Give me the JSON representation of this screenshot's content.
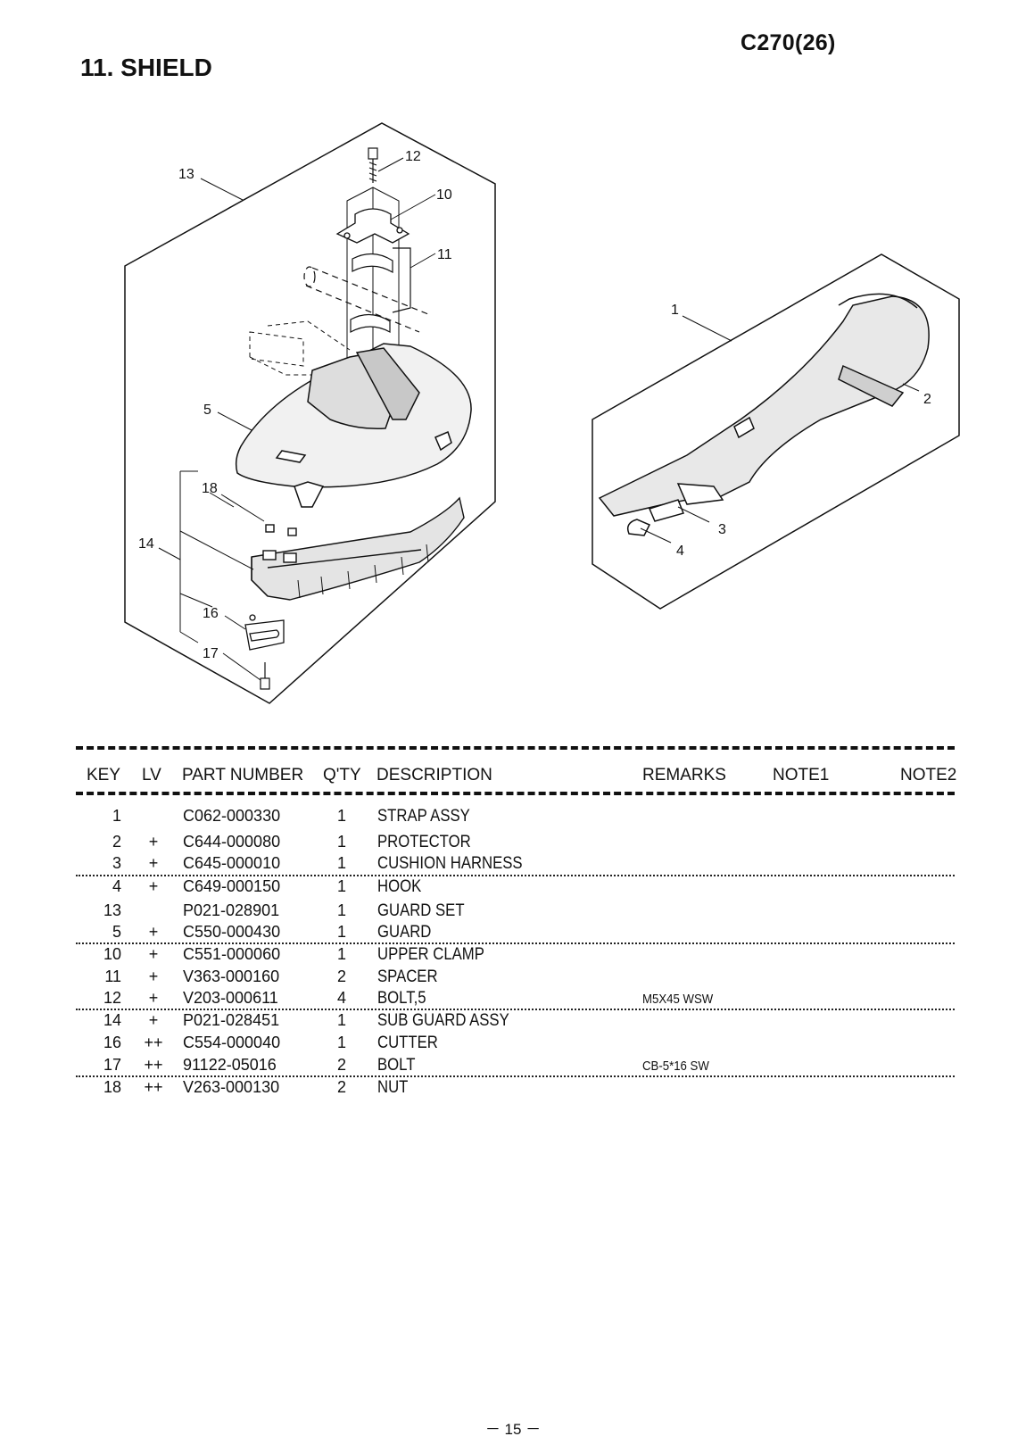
{
  "header": {
    "model_code": "C270(26)",
    "section_title": "11. SHIELD"
  },
  "diagram": {
    "callouts": {
      "c13": "13",
      "c12": "12",
      "c10": "10",
      "c11": "11",
      "c5": "5",
      "c18": "18",
      "c14": "14",
      "c16": "16",
      "c17": "17",
      "c1": "1",
      "c2": "2",
      "c3": "3",
      "c4": "4"
    }
  },
  "table": {
    "headers": {
      "key": "KEY",
      "lv": "LV",
      "part_number": "PART NUMBER",
      "qty": "Q'TY",
      "description": "DESCRIPTION",
      "remarks": "REMARKS",
      "note1": "NOTE1",
      "note2": "NOTE2"
    },
    "rows": [
      {
        "key": "1",
        "lv": "",
        "part_number": "C062-000330",
        "qty": "1",
        "description": "STRAP ASSY",
        "remarks": ""
      },
      {
        "key": "2",
        "lv": "+",
        "part_number": "C644-000080",
        "qty": "1",
        "description": "PROTECTOR",
        "remarks": ""
      },
      {
        "key": "3",
        "lv": "+",
        "part_number": "C645-000010",
        "qty": "1",
        "description": "CUSHION HARNESS",
        "remarks": ""
      },
      {
        "key": "4",
        "lv": "+",
        "part_number": "C649-000150",
        "qty": "1",
        "description": "HOOK",
        "remarks": ""
      },
      {
        "key": "13",
        "lv": "",
        "part_number": "P021-028901",
        "qty": "1",
        "description": "GUARD SET",
        "remarks": ""
      },
      {
        "key": "5",
        "lv": "+",
        "part_number": "C550-000430",
        "qty": "1",
        "description": "GUARD",
        "remarks": ""
      },
      {
        "key": "10",
        "lv": "+",
        "part_number": "C551-000060",
        "qty": "1",
        "description": "UPPER CLAMP",
        "remarks": ""
      },
      {
        "key": "11",
        "lv": "+",
        "part_number": "V363-000160",
        "qty": "2",
        "description": "SPACER",
        "remarks": ""
      },
      {
        "key": "12",
        "lv": "+",
        "part_number": "V203-000611",
        "qty": "4",
        "description": "BOLT,5",
        "remarks": "M5X45 WSW"
      },
      {
        "key": "14",
        "lv": "+",
        "part_number": "P021-028451",
        "qty": "1",
        "description": "SUB GUARD ASSY",
        "remarks": ""
      },
      {
        "key": "16",
        "lv": "++",
        "part_number": "C554-000040",
        "qty": "1",
        "description": "CUTTER",
        "remarks": ""
      },
      {
        "key": "17",
        "lv": "++",
        "part_number": "91122-05016",
        "qty": "2",
        "description": "BOLT",
        "remarks": "CB-5*16 SW"
      },
      {
        "key": "18",
        "lv": "++",
        "part_number": "V263-000130",
        "qty": "2",
        "description": "NUT",
        "remarks": ""
      }
    ]
  },
  "footer": {
    "page_number": "－ 15 －"
  }
}
